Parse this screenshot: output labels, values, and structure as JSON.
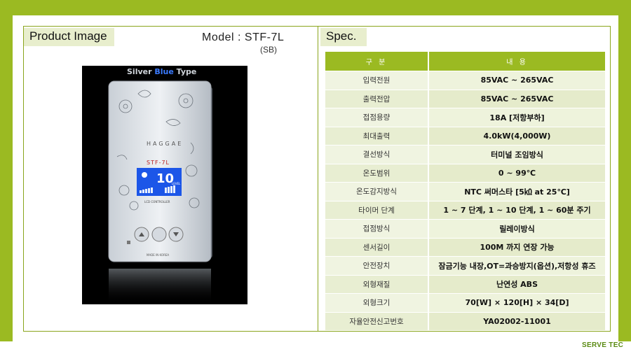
{
  "left_panel": {
    "tab": "Product Image",
    "model": "Model  : STF-7L",
    "model_sub": "(SB)"
  },
  "product_photo": {
    "banner_silver": "Silver ",
    "banner_blue": "Blue",
    "banner_type": " Type",
    "brand": "HAGGAE",
    "model_label": "STF-7L",
    "lcd_value": "10",
    "lcd_small": "LEVEL",
    "lcd_caption": "LCD CONTROLLER",
    "made_in": "MADE IN KOREA"
  },
  "right_panel": {
    "tab": "Spec.",
    "header": [
      "구  분",
      "내  용"
    ],
    "rows": [
      {
        "label": "입력전원",
        "value": "85VAC ~ 265VAC"
      },
      {
        "label": "출력전압",
        "value": "85VAC ~ 265VAC"
      },
      {
        "label": "접점용량",
        "value": "18A [저항부하]"
      },
      {
        "label": "최대출력",
        "value": "4.0kW(4,000W)"
      },
      {
        "label": "결선방식",
        "value": "터미널 조임방식"
      },
      {
        "label": "온도범위",
        "value": "0 ~ 99℃"
      },
      {
        "label": "온도감지방식",
        "value": "NTC 써머스타 [5㏀ at 25℃]"
      },
      {
        "label": "타이머 단계",
        "value": "1 ~ 7 단계, 1 ~ 10 단계, 1 ~ 60분 주기"
      },
      {
        "label": "접점방식",
        "value": "릴레이방식"
      },
      {
        "label": "센서길이",
        "value": "100M 까지 연장 가능"
      },
      {
        "label": "안전장치",
        "value": "잠금기능 내장,OT=과승방지(옵션),저항성 휴즈"
      },
      {
        "label": "외형재질",
        "value": "난연성 ABS"
      },
      {
        "label": "외형크기",
        "value": "70[W] × 120[H] × 34[D]"
      },
      {
        "label": "자율안전신고번호",
        "value": "YA02002-11001"
      }
    ]
  },
  "footer": {
    "logo": "SERVE TEC"
  },
  "colors": {
    "accent": "#9bba22",
    "panel_border": "#8aa51c",
    "lcd_blue": "#2a7fff"
  }
}
